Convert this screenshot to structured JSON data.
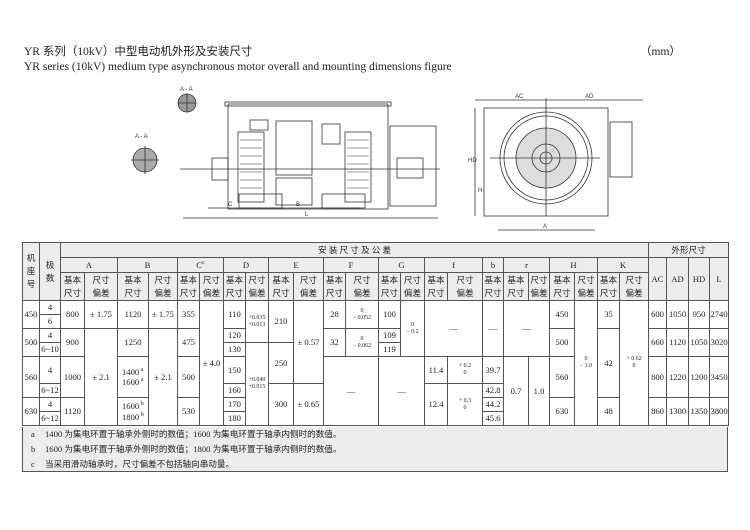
{
  "title_cn": "YR 系列（10kV）中型电动机外形及安装尺寸",
  "title_en": "YR series (10kV) medium type asynchronous motor overall and mounting dimensions figure",
  "unit": "（mm）",
  "figure_labels": {
    "section": "A - A",
    "section2": "A - A",
    "L": "L",
    "C": "C",
    "B": "B",
    "AC": "AC",
    "AD": "AD",
    "HD": "HD",
    "H": "H",
    "A": "A"
  },
  "table": {
    "header": {
      "frame": "机座号",
      "poles": "极数",
      "install_group": "安 装 尺 寸 及 公 差",
      "outline_group": "外形尺寸",
      "dims": [
        {
          "name": "A"
        },
        {
          "name": "B"
        },
        {
          "name": "C",
          "sup": "c"
        },
        {
          "name": "D"
        },
        {
          "name": "E"
        },
        {
          "name": "F"
        },
        {
          "name": "G"
        },
        {
          "name": "f"
        },
        {
          "name": "b"
        },
        {
          "name": "r"
        },
        {
          "name": "H"
        },
        {
          "name": "K"
        }
      ],
      "basic": "基本尺寸",
      "tolerance": "尺寸偏差",
      "outline": [
        "AC",
        "AD",
        "HD",
        "L"
      ]
    },
    "rows": [
      [
        "450",
        "4",
        "800",
        "± 1.75",
        "1120",
        "± 1.75",
        "355",
        "± 4.0",
        "110",
        [
          "+0.035",
          "+0.013"
        ],
        "210",
        "± 0.57",
        "28",
        [
          "0",
          "− 0.052"
        ],
        "100",
        [
          "0",
          "− 0.2"
        ],
        "—",
        "—",
        "—",
        "450",
        [
          "0",
          "− 1.0"
        ],
        "35",
        [
          "+ 0.62",
          "0"
        ],
        "600",
        "1050",
        "950",
        "2740"
      ],
      [
        "6"
      ],
      [
        "500",
        "4",
        "900",
        "± 2.1",
        "1250",
        "± 2.1",
        "475",
        "120",
        "32",
        [
          "0",
          "− 0.062"
        ],
        "109",
        "500",
        "42",
        "660",
        "1120",
        "1050",
        "3020"
      ],
      [
        "6~10",
        "130",
        [
          "+0.040",
          "+0.015"
        ],
        "250",
        "119"
      ],
      [
        "560",
        "4",
        "1000",
        {
          "lines": [
            "1400",
            "1600"
          ],
          "sup": "a"
        },
        "500",
        "150",
        "—",
        "—",
        "11.4",
        [
          "+ 0.2",
          "0"
        ],
        "39.7",
        "0.7",
        "1.0",
        "560",
        "800",
        "1220",
        "1200",
        "3450"
      ],
      [
        "6~12",
        "160",
        "300",
        "± 0.65",
        "12.4",
        [
          "+ 0.3",
          "0"
        ],
        "42.8"
      ],
      [
        "630",
        "4",
        "1120",
        {
          "lines": [
            "1600",
            "1800"
          ],
          "sup": "b"
        },
        "530",
        "170",
        "44.2",
        "630",
        "48",
        "860",
        "1300",
        "1350",
        "3800"
      ],
      [
        "6~12",
        "180",
        "45.6"
      ]
    ]
  },
  "notes": [
    {
      "key": "a",
      "text": "1400 为集电环置于轴承外侧时的数值；1600 为集电环置于轴承内侧时的数值。"
    },
    {
      "key": "b",
      "text": "1600 为集电环置于轴承外侧时的数值；1800 为集电环置于轴承内侧时的数值。"
    },
    {
      "key": "c",
      "text": "当采用滑动轴承时，尺寸偏差不包括轴向串动量。"
    }
  ]
}
